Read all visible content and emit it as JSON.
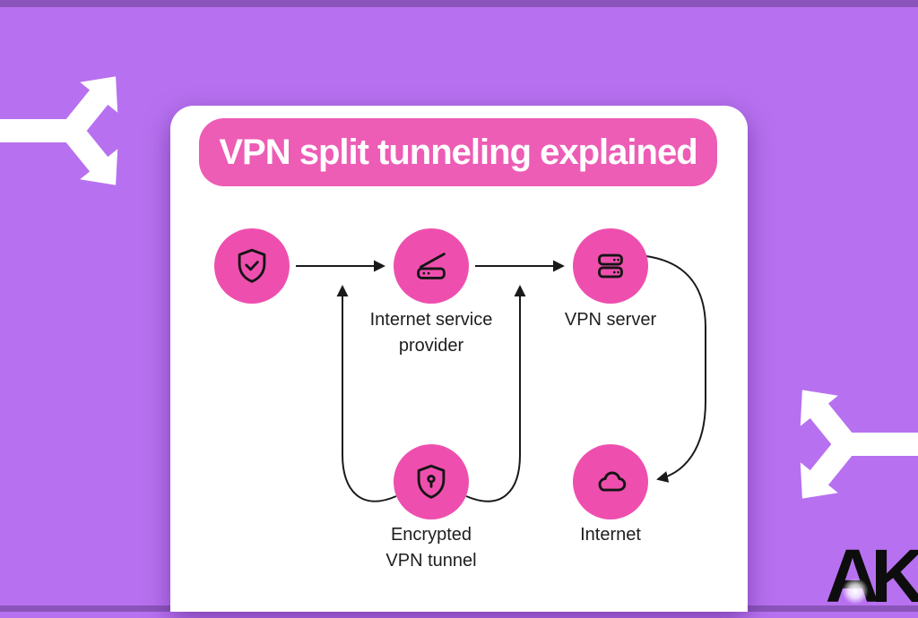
{
  "title": {
    "text": "VPN split tunneling explained"
  },
  "nodes": [
    {
      "icon": "shield-check-icon",
      "label": ""
    },
    {
      "icon": "router-icon",
      "label": "Internet service provider"
    },
    {
      "icon": "server-icon",
      "label": "VPN server"
    },
    {
      "icon": "shield-lock-icon",
      "label": "Encrypted VPN tunnel"
    },
    {
      "icon": "cloud-icon",
      "label": "Internet"
    }
  ],
  "logo": {
    "text": "AK"
  },
  "colors": {
    "background": "#b771f0",
    "edge_strip": "#8a54ba",
    "card": "#ffffff",
    "banner_pink": "#ed5cb5",
    "node_pink": "#ee4fae",
    "line_black": "#1a1a1a",
    "arrow_white": "#ffffff"
  }
}
